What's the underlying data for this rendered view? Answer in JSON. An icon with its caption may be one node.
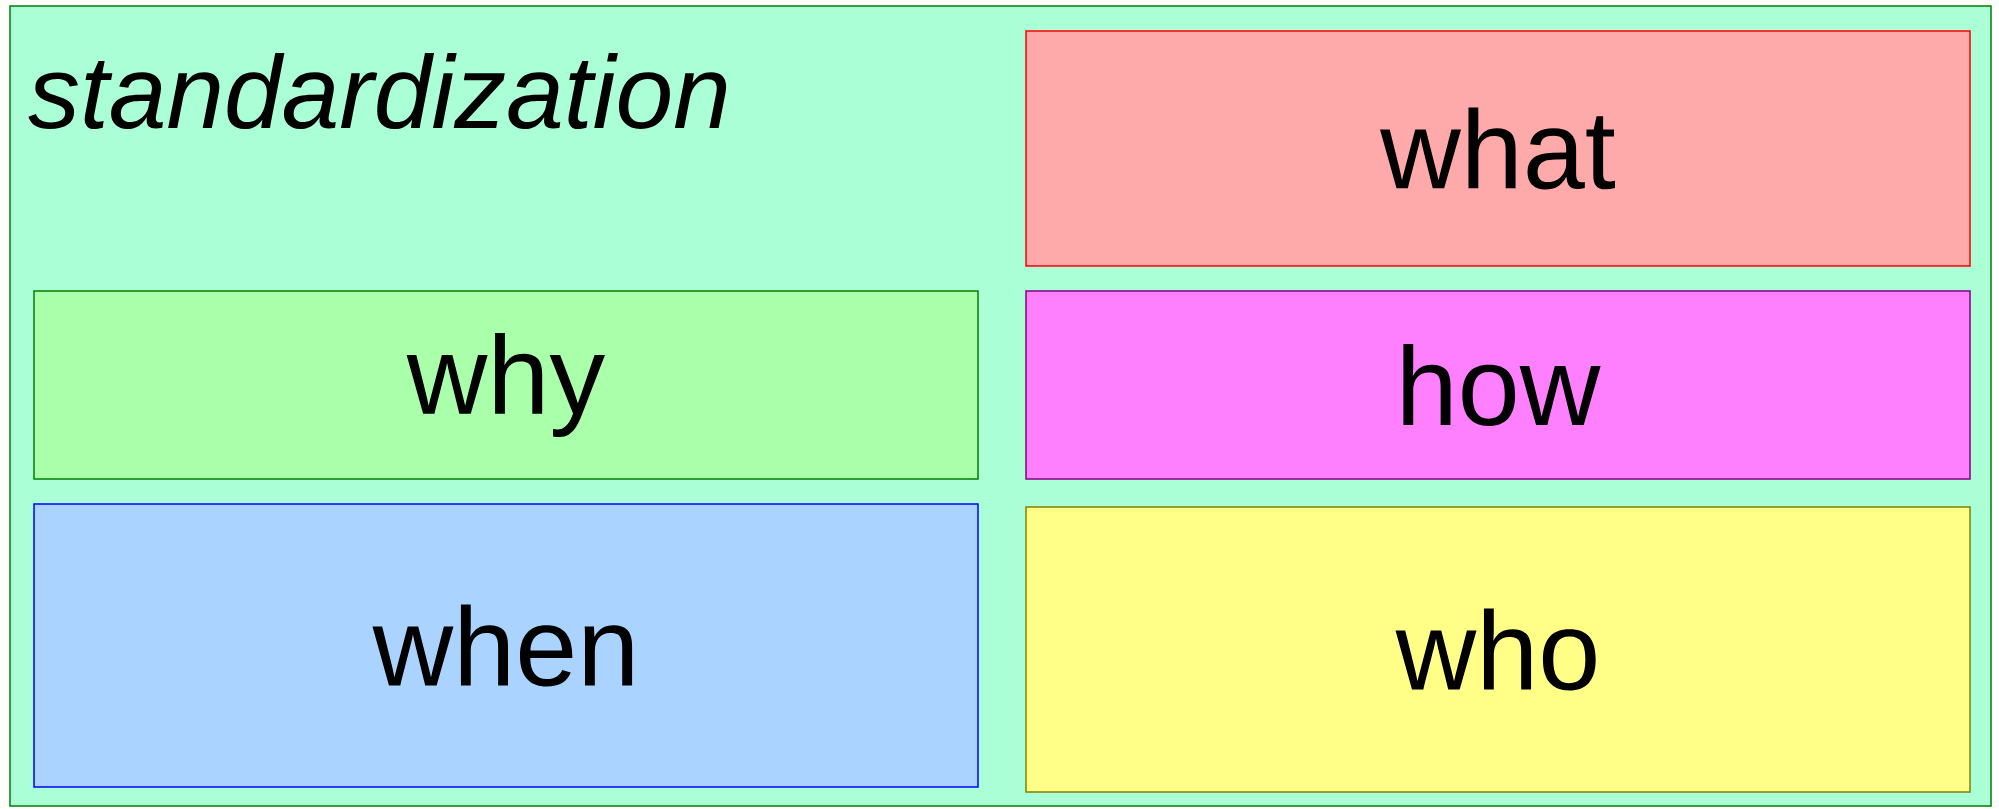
{
  "diagram": {
    "nodes": [
      {
        "text": [
          "standardization"
        ]
      },
      {
        "text": [
          "what"
        ],
        "in": 0
      },
      {
        "text": [
          "why"
        ],
        "in": 0
      },
      {
        "text": [
          "how"
        ],
        "in": 0
      },
      {
        "text": [
          "when"
        ],
        "in": 0
      },
      {
        "text": [
          "who"
        ],
        "in": 0
      }
    ]
  }
}
